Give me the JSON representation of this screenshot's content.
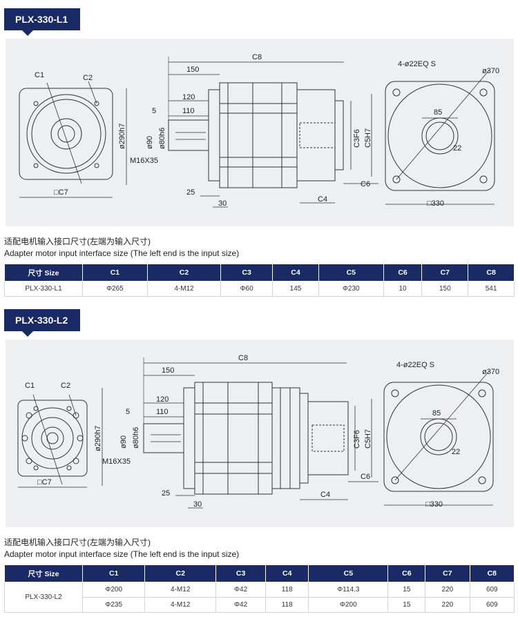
{
  "section1": {
    "title": "PLX-330-L1",
    "caption_cn": "适配电机输入接口尺寸(左端为输入尺寸)",
    "caption_en": "Adapter motor input interface size (The left end is the input size)",
    "drawing": {
      "left_labels": {
        "c1": "C1",
        "c2": "C2",
        "c7": "□C7",
        "h": "ø290h7"
      },
      "side_labels": {
        "c8": "C8",
        "d150": "150",
        "d120": "120",
        "d5": "5",
        "d110": "110",
        "d90": "ø90",
        "d80": "ø80h6",
        "m16": "M16X35",
        "d25": "25",
        "d30": "30",
        "c4": "C4",
        "c6": "C6",
        "c3f6": "C3F6",
        "c5h7": "C5H7"
      },
      "right_labels": {
        "holes": "4-ø22EQ S",
        "d370": "ø370",
        "d85": "85",
        "d22": "22",
        "sq330": "□330"
      }
    },
    "table": {
      "headers": [
        "尺寸 Size",
        "C1",
        "C2",
        "C3",
        "C4",
        "C5",
        "C6",
        "C7",
        "C8"
      ],
      "rows": [
        [
          "PLX-330-L1",
          "Φ265",
          "4-M12",
          "Φ60",
          "145",
          "Φ230",
          "10",
          "150",
          "541"
        ]
      ]
    }
  },
  "section2": {
    "title": "PLX-330-L2",
    "caption_cn": "适配电机输入接口尺寸(左端为输入尺寸)",
    "caption_en": "Adapter motor input interface size (The left end is the input size)",
    "drawing": {
      "left_labels": {
        "c1": "C1",
        "c2": "C2",
        "c7": "□C7",
        "h": "ø290h7"
      },
      "side_labels": {
        "c8": "C8",
        "d150": "150",
        "d120": "120",
        "d5": "5",
        "d110": "110",
        "d90": "ø90",
        "d80": "ø80h6",
        "m16": "M16X35",
        "d25": "25",
        "d30": "30",
        "c4": "C4",
        "c6": "C6",
        "c3f6": "C3F6",
        "c5h7": "C5H7"
      },
      "right_labels": {
        "holes": "4-ø22EQ S",
        "d370": "ø370",
        "d85": "85",
        "d22": "22",
        "sq330": "□330"
      }
    },
    "table": {
      "headers": [
        "尺寸 Size",
        "C1",
        "C2",
        "C3",
        "C4",
        "C5",
        "C6",
        "C7",
        "C8"
      ],
      "model": "PLX-330-L2",
      "rows": [
        [
          "Φ200",
          "4-M12",
          "Φ42",
          "118",
          "Φ114.3",
          "15",
          "220",
          "609"
        ],
        [
          "Φ235",
          "4-M12",
          "Φ42",
          "118",
          "Φ200",
          "15",
          "220",
          "609"
        ]
      ]
    }
  }
}
